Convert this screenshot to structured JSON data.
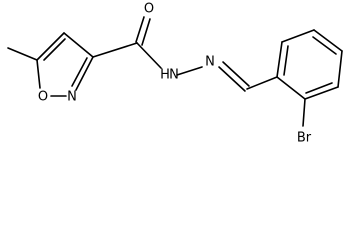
{
  "molecule": {
    "atoms": {
      "carbonyl_oxygen": "O",
      "ring_oxygen": "O",
      "ring_nitrogen": "N",
      "hydrazide_nh_n": "N",
      "hydrazide_nh_h": "H",
      "imine_nitrogen": "N",
      "bromine": "Br"
    },
    "colors": {
      "bond": "#000000",
      "label": "#000000",
      "background": "#ffffff"
    }
  }
}
